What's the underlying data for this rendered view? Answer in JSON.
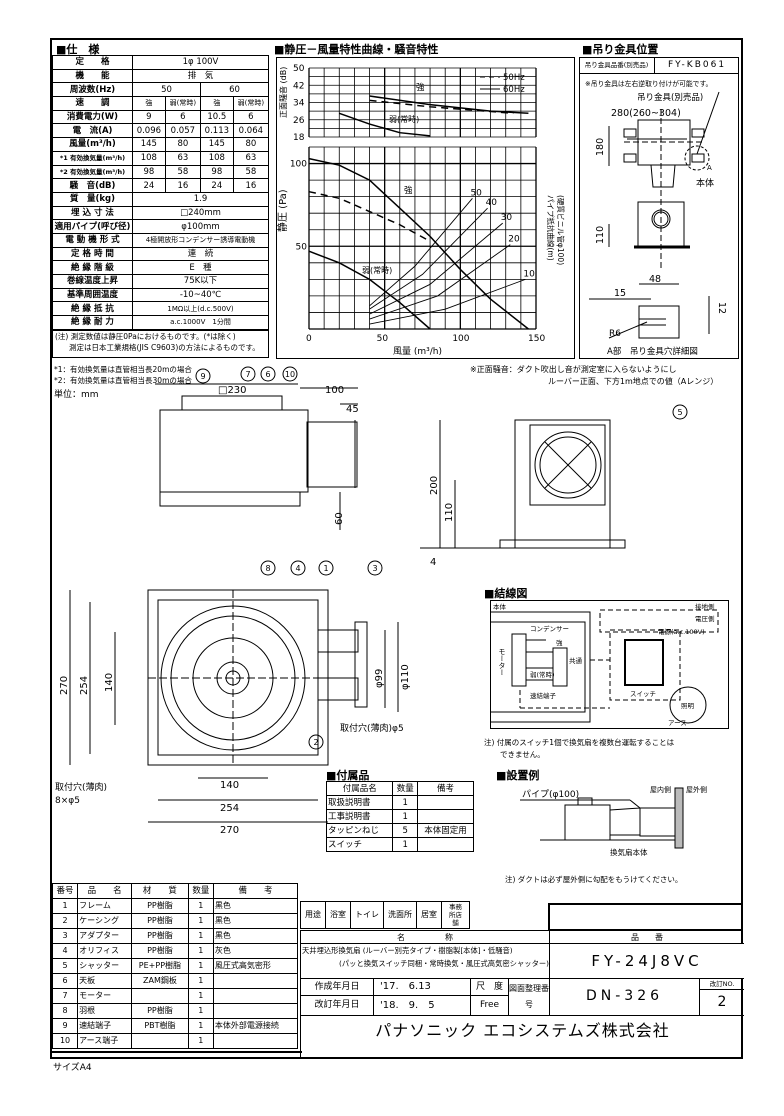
{
  "spec": {
    "title": "■仕　様",
    "rows": [
      {
        "label": "定　　格",
        "values": [
          "1φ 100V"
        ]
      },
      {
        "label": "機　　能",
        "values": [
          "排　気"
        ]
      },
      {
        "label": "周波数(Hz)",
        "values": [
          "50",
          "60"
        ]
      },
      {
        "label": "速　　調",
        "values": [
          "強",
          "弱(常時)",
          "強",
          "弱(常時)"
        ]
      },
      {
        "label": "消費電力(W)",
        "values": [
          "9",
          "6",
          "10.5",
          "6"
        ]
      },
      {
        "label": "電　流(A)",
        "values": [
          "0.096",
          "0.057",
          "0.113",
          "0.064"
        ]
      },
      {
        "label": "風量(m³/h)",
        "values": [
          "145",
          "80",
          "145",
          "80"
        ]
      },
      {
        "label": "*1 有効換気量(m³/h)",
        "values": [
          "108",
          "63",
          "108",
          "63"
        ]
      },
      {
        "label": "*2 有効換気量(m³/h)",
        "values": [
          "98",
          "58",
          "98",
          "58"
        ]
      },
      {
        "label": "騒　音(dB)",
        "values": [
          "24",
          "16",
          "24",
          "16"
        ]
      },
      {
        "label": "質　量(kg)",
        "values": [
          "1.9"
        ]
      },
      {
        "label": "埋 込 寸 法",
        "values": [
          "□240mm"
        ]
      },
      {
        "label": "適用パイプ(呼び径)",
        "values": [
          "φ100mm"
        ]
      },
      {
        "label": "電 動 機 形 式",
        "values": [
          "4極開放形コンデンサー誘導電動機"
        ]
      },
      {
        "label": "定 格 時 間",
        "values": [
          "連　続"
        ]
      },
      {
        "label": "絶 縁 階 級",
        "values": [
          "E　種"
        ]
      },
      {
        "label": "巻線温度上昇",
        "values": [
          "75K以下"
        ]
      },
      {
        "label": "基準周囲温度",
        "values": [
          "-10~40℃"
        ]
      },
      {
        "label": "絶 縁 抵 抗",
        "values": [
          "1MΩ以上(d.c.500V)"
        ]
      },
      {
        "label": "絶 縁 耐 力",
        "values": [
          "a.c.1000V　1分間"
        ]
      }
    ],
    "note1": "(注) 測定数値は静圧0Paにおけるものです。(*は除く)",
    "note2": "測定は日本工業規格(JIS C9603)の方法によるものです。",
    "foot1": "*1：有効換気量は直管相当長20mの場合",
    "foot2": "*2：有効換気量は直管相当長30mの場合",
    "unit": "単位：mm"
  },
  "chart": {
    "title": "■静圧－風量特性曲線・騒音特性",
    "noise_ylabel": "正面騒音 (dB)",
    "noise_ticks": [
      "50",
      "42",
      "34",
      "26",
      "18"
    ],
    "legend": [
      "50Hz",
      "60Hz"
    ],
    "label_strong": "強",
    "label_weak": "弱(常時)",
    "p_ylabel": "静圧 (Pa)",
    "p_ticks": [
      "100",
      "50"
    ],
    "x_ticks": [
      "0",
      "50",
      "100",
      "150"
    ],
    "xlabel": "風量 (m³/h)",
    "pipe_label": "パイプ抵抗曲線(m)",
    "pipe_label2": "(硬質ビニル管φ100)",
    "pipe_lengths": [
      "50",
      "40",
      "30",
      "20",
      "10"
    ],
    "note": "※正面騒音：ダクト吹出し音が測定室に入らないようにし",
    "note2": "ルーバー正面、下方1m地点での値（Aレンジ）"
  },
  "chart_data": {
    "type": "line",
    "xlim": [
      0,
      150
    ],
    "noise": {
      "ylim": [
        18,
        50
      ],
      "series": [
        {
          "name": "強 60Hz",
          "style": "solid",
          "points": [
            [
              40,
              37
            ],
            [
              80,
              33
            ],
            [
              120,
              30
            ],
            [
              145,
              29
            ]
          ]
        },
        {
          "name": "強 50Hz",
          "style": "dashed",
          "points": [
            [
              40,
              35
            ],
            [
              80,
              32
            ],
            [
              135,
              29
            ]
          ]
        },
        {
          "name": "弱(常時)",
          "style": "solid",
          "points": [
            [
              20,
              29
            ],
            [
              40,
              24
            ],
            [
              60,
              20
            ],
            [
              80,
              18.5
            ]
          ]
        }
      ]
    },
    "pressure": {
      "ylim": [
        0,
        110
      ],
      "series": [
        {
          "name": "強 60Hz",
          "style": "solid",
          "points": [
            [
              0,
              103
            ],
            [
              20,
              99
            ],
            [
              40,
              90
            ],
            [
              60,
              73
            ],
            [
              80,
              56
            ],
            [
              100,
              36
            ],
            [
              120,
              18
            ],
            [
              145,
              0
            ]
          ]
        },
        {
          "name": "強 50Hz",
          "style": "dashed",
          "points": [
            [
              0,
              83
            ],
            [
              20,
              79
            ],
            [
              40,
              71
            ],
            [
              60,
              63
            ],
            [
              78,
              54
            ]
          ]
        },
        {
          "name": "弱(常時)",
          "style": "solid",
          "points": [
            [
              0,
              47
            ],
            [
              20,
              40
            ],
            [
              40,
              30
            ],
            [
              60,
              16
            ],
            [
              80,
              0
            ]
          ]
        },
        {
          "name": "50m",
          "style": "pipe",
          "points": [
            [
              40,
              14
            ],
            [
              70,
              38
            ],
            [
              108,
              79
            ]
          ]
        },
        {
          "name": "40m",
          "style": "pipe",
          "points": [
            [
              40,
              12
            ],
            [
              75,
              33
            ],
            [
              118,
              73
            ]
          ]
        },
        {
          "name": "30m",
          "style": "pipe",
          "points": [
            [
              40,
              9
            ],
            [
              80,
              27
            ],
            [
              128,
              64
            ]
          ]
        },
        {
          "name": "20m",
          "style": "pipe",
          "points": [
            [
              40,
              6
            ],
            [
              85,
              20
            ],
            [
              133,
              51
            ]
          ]
        },
        {
          "name": "10m",
          "style": "pipe",
          "points": [
            [
              40,
              3
            ],
            [
              90,
              12
            ],
            [
              143,
              30
            ]
          ]
        }
      ]
    }
  },
  "hanger": {
    "title": "■吊り金具位置",
    "part_label": "吊り金具品番(別売品)",
    "part_no": "FY-KB061",
    "note": "※吊り金具は左右逆取り付けが可能です。",
    "bracket": "吊り金具(別売品)",
    "dim_w": "280(260~304)",
    "dim_180": "180",
    "body": "本体",
    "a": "A",
    "dim_110": "110",
    "dim_48": "48",
    "dim_15": "15",
    "dim_12": "12",
    "r6": "R6",
    "detail": "A部　吊り金具穴詳細図"
  },
  "drawing": {
    "dims": {
      "sq230": "□230",
      "d100": "100",
      "d45": "45",
      "d60": "60",
      "d200": "200",
      "d110": "110",
      "d4": "4",
      "d270": "270",
      "d254": "254",
      "d140": "140",
      "phi99": "φ99",
      "phi110": "φ110",
      "hole1": "取付穴(薄肉)φ5",
      "hole2a": "取付穴(薄肉)",
      "hole2b": "8×φ5"
    },
    "callouts": [
      "1",
      "2",
      "3",
      "4",
      "5",
      "6",
      "7",
      "8",
      "9",
      "10"
    ]
  },
  "wiring": {
    "title": "■結線図",
    "body": "本体",
    "capacitor": "コンデンサー",
    "motor": "モーター",
    "strong": "強",
    "common": "共通",
    "weak": "弱(常時)",
    "terminal": "速結端子",
    "ground_side": "接地側",
    "voltage_side": "電圧側",
    "power": "電源(a.c.100V)",
    "switch": "スイッチ",
    "light": "照明",
    "earth": "アース",
    "note1": "注) 付属のスイッチ1個で換気扇を複数台運転することは",
    "note2": "できません。"
  },
  "accessories": {
    "title": "■付属品",
    "headers": [
      "付属品名",
      "数量",
      "備考"
    ],
    "rows": [
      [
        "取扱説明書",
        "1",
        ""
      ],
      [
        "工事説明書",
        "1",
        ""
      ],
      [
        "タッピンねじ",
        "5",
        "本体固定用"
      ],
      [
        "スイッチ",
        "1",
        ""
      ]
    ]
  },
  "install": {
    "title": "■設置例",
    "pipe": "パイプ(φ100)",
    "indoor": "屋内側",
    "outdoor": "屋外側",
    "body": "換気扇本体",
    "note": "注) ダクトは必ず屋外側に勾配をもうけてください。"
  },
  "parts": {
    "headers": [
      "番号",
      "品　　名",
      "材　　質",
      "数量",
      "備　　考"
    ],
    "rows": [
      [
        "1",
        "フレーム",
        "PP樹脂",
        "1",
        "黒色"
      ],
      [
        "2",
        "ケーシング",
        "PP樹脂",
        "1",
        "黒色"
      ],
      [
        "3",
        "アダプター",
        "PP樹脂",
        "1",
        "黒色"
      ],
      [
        "4",
        "オリフィス",
        "PP樹脂",
        "1",
        "灰色"
      ],
      [
        "5",
        "シャッター",
        "PE+PP樹脂",
        "1",
        "風圧式高気密形"
      ],
      [
        "6",
        "天板",
        "ZAM鋼板",
        "1",
        ""
      ],
      [
        "7",
        "モーター",
        "",
        "1",
        ""
      ],
      [
        "8",
        "羽根",
        "PP樹脂",
        "1",
        ""
      ],
      [
        "9",
        "速結端子",
        "PBT樹脂",
        "1",
        "本体外部電源接続"
      ],
      [
        "10",
        "アース端子",
        "",
        "1",
        ""
      ]
    ]
  },
  "title_block": {
    "uses": [
      "用途",
      "浴室",
      "トイレ",
      "洗面所",
      "居室",
      "事務所店舗"
    ],
    "name_header": "名　　　　　称",
    "name1": "天井埋込形換気扇 (ルーバー別売タイプ・樹脂製[本体]・低騒音)",
    "name2": "(パッと換気スイッチ同梱・常時換気・風圧式高気密シャッター)",
    "part_header": "品　　番",
    "part_no": "FY-24J8VC",
    "created_label": "作成年月日",
    "created": "'17.　6.13",
    "revised_label": "改訂年月日",
    "revised": "'18.　9.　5",
    "scale_label": "尺　度",
    "scale": "Free",
    "drawing_no_label": "図面整理番号",
    "drawing_no": "DN-326",
    "rev_label": "改訂NO.",
    "rev": "2",
    "company": "パナソニック エコシステムズ株式会社"
  },
  "size": "サイズA4"
}
